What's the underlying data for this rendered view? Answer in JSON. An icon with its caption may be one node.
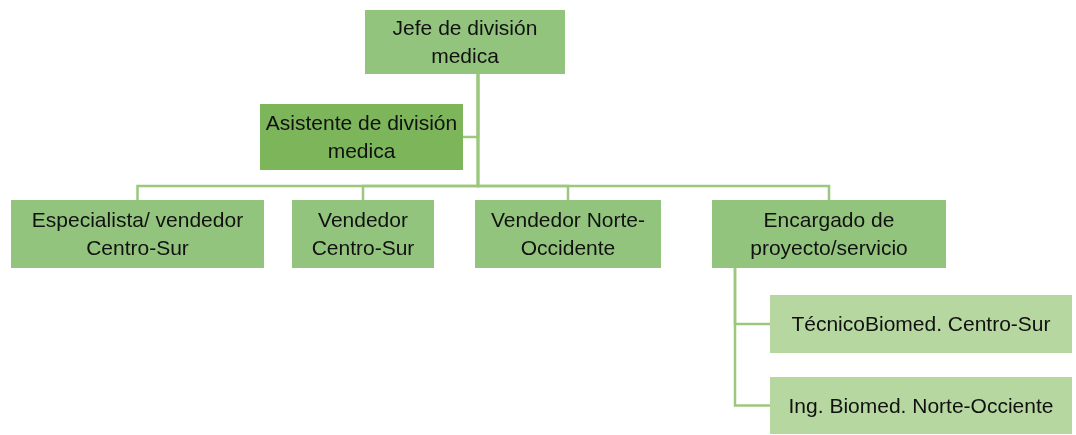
{
  "diagram": {
    "nodes": [
      {
        "text": [
          "Jefe de división medica"
        ]
      },
      {
        "text": [
          "Asistente de división medica"
        ]
      },
      {
        "text": [
          "Especialista/ vendedor Centro-Sur"
        ]
      },
      {
        "text": [
          "Vendedor Centro-Sur"
        ]
      },
      {
        "text": [
          "Vendedor Norte-Occidente"
        ]
      },
      {
        "text": [
          "Encargado de proyecto/servicio"
        ]
      },
      {
        "text": [
          "TécnicoBiomed. Centro-Sur"
        ]
      },
      {
        "text": [
          "Ing. Biomed. Norte-Occiente"
        ]
      }
    ],
    "edges": [
      {
        "from": 0,
        "to": 1,
        "arrow": "none"
      },
      {
        "from": 0,
        "to": 2,
        "arrow": "none"
      },
      {
        "from": 0,
        "to": 3,
        "arrow": "none"
      },
      {
        "from": 0,
        "to": 4,
        "arrow": "none"
      },
      {
        "from": 0,
        "to": 5,
        "arrow": "none"
      },
      {
        "from": 5,
        "to": 6,
        "arrow": "none"
      },
      {
        "from": 5,
        "to": 7,
        "arrow": "none"
      }
    ]
  }
}
